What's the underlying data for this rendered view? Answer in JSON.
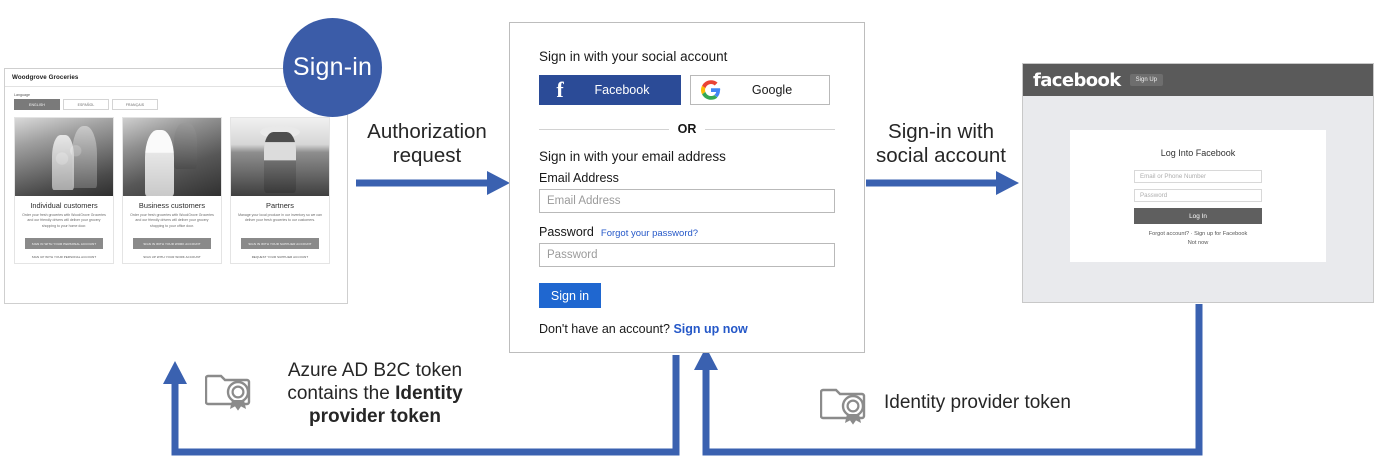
{
  "badge": {
    "label": "Sign-in"
  },
  "flow": {
    "authorization_request": "Authorization\nrequest",
    "authorization_request_line1": "Authorization",
    "authorization_request_line2": "request",
    "signin_with_social_line1": "Sign-in with",
    "signin_with_social_line2": "social account",
    "b2c_token_line1": "Azure AD B2C token",
    "b2c_token_line2": "contains the ",
    "b2c_token_bold1": "Identity",
    "b2c_token_line3": "provider token",
    "identity_provider_token": "Identity provider token"
  },
  "colors": {
    "arrow_blue": "#3a61b0",
    "badge_blue": "#3b5ca8",
    "facebook_blue": "#2b4b97",
    "signin_button_blue": "#1f67d0",
    "link_blue": "#2558c8",
    "facebook_chrome_gray": "#5a5a5a"
  },
  "woodgrove": {
    "site_title": "Woodgrove Groceries",
    "language_label": "Language",
    "languages": [
      {
        "label": "ENGLISH",
        "active": true
      },
      {
        "label": "ESPAÑOL",
        "active": false
      },
      {
        "label": "FRANÇAIS",
        "active": false
      }
    ],
    "cards": [
      {
        "title": "Individual customers",
        "description": "Order your fresh groceries with WoodGrove Groceries and our friendly drivers will deliver your grocery shopping to your home door.",
        "cta": "SIGN IN WITH YOUR PERSONAL ACCOUNT",
        "sub_cta": "SIGN UP WITH YOUR PERSONAL ACCOUNT",
        "photo": "individual-customers-photo"
      },
      {
        "title": "Business customers",
        "description": "Order your fresh groceries with WoodGrove Groceries and our friendly drivers will deliver your grocery shopping to your office door.",
        "cta": "SIGN IN WITH YOUR WORK ACCOUNT",
        "sub_cta": "SIGN UP WITH YOUR WORK ACCOUNT",
        "photo": "business-customers-photo"
      },
      {
        "title": "Partners",
        "description": "Manage your local produce in our inventory so we can deliver your fresh groceries to our customers.",
        "cta": "SIGN IN WITH YOUR SUPPLIER ACCOUNT",
        "sub_cta": "REQUEST YOUR SUPPLIER ACCOUNT",
        "photo": "partners-photo"
      }
    ]
  },
  "signin_panel": {
    "social_heading": "Sign in with your social account",
    "facebook_button": "Facebook",
    "google_button": "Google",
    "divider": "OR",
    "email_heading": "Sign in with your email address",
    "email_label": "Email Address",
    "email_placeholder": "Email Address",
    "email_value": "",
    "password_label": "Password",
    "password_placeholder": "Password",
    "password_value": "",
    "forgot_link": "Forgot your password?",
    "submit_button": "Sign in",
    "no_account_text": "Don't have an account?",
    "signup_link": "Sign up now"
  },
  "facebook_panel": {
    "wordmark": "facebook",
    "signup_button": "Sign Up",
    "card_title": "Log Into Facebook",
    "email_placeholder": "Email or Phone Number",
    "password_placeholder": "Password",
    "login_button": "Log In",
    "footer_links": "Forgot account? · Sign up for Facebook",
    "not_now": "Not now"
  }
}
